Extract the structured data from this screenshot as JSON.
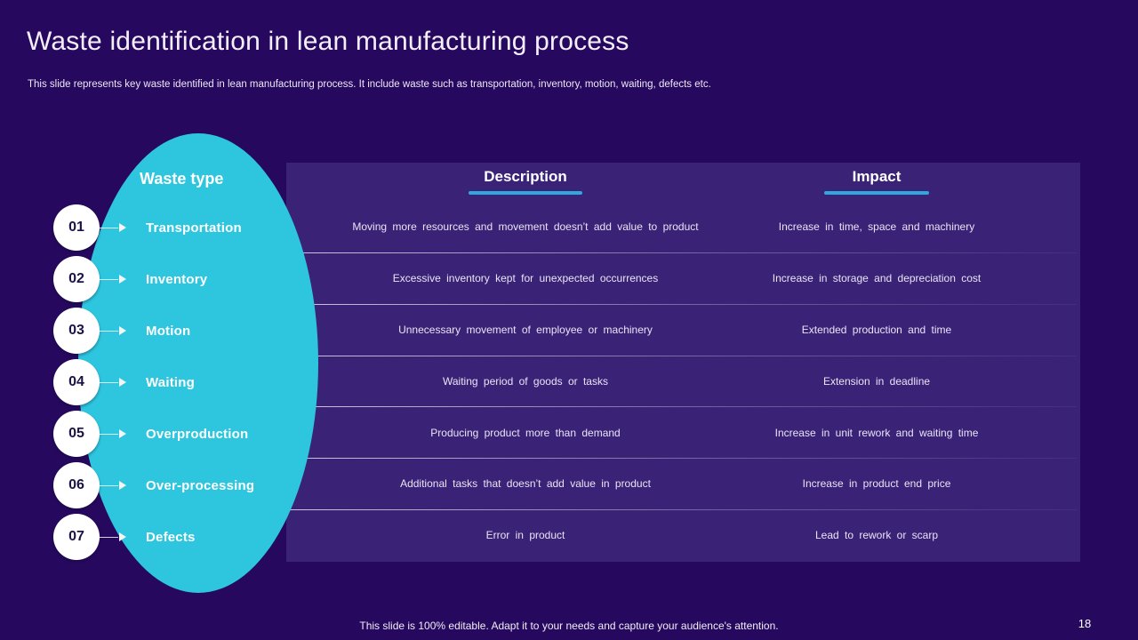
{
  "slide": {
    "title": "Waste identification in lean manufacturing process",
    "subtitle": "This slide represents key waste identified in lean manufacturing process. It include waste such as transportation, inventory, motion, waiting, defects etc.",
    "footer": "This slide is 100% editable. Adapt it to your needs and capture your audience's attention.",
    "page_number": "18"
  },
  "waste_list": {
    "header": "Waste type",
    "items": [
      {
        "number": "01",
        "label": "Transportation"
      },
      {
        "number": "02",
        "label": "Inventory"
      },
      {
        "number": "03",
        "label": "Motion"
      },
      {
        "number": "04",
        "label": "Waiting"
      },
      {
        "number": "05",
        "label": "Overproduction"
      },
      {
        "number": "06",
        "label": "Over-processing"
      },
      {
        "number": "07",
        "label": "Defects"
      }
    ]
  },
  "table": {
    "columns": [
      "Description",
      "Impact"
    ],
    "rows": [
      {
        "description": "Moving more resources and movement doesn’t add value to product",
        "impact": "Increase in time, space and machinery"
      },
      {
        "description": "Excessive inventory kept for unexpected occurrences",
        "impact": "Increase in storage and depreciation cost"
      },
      {
        "description": "Unnecessary movement of employee or machinery",
        "impact": "Extended production and time"
      },
      {
        "description": "Waiting period of goods or tasks",
        "impact": "Extension in deadline"
      },
      {
        "description": "Producing product more than demand",
        "impact": "Increase in unit rework and waiting time"
      },
      {
        "description": "Additional tasks that doesn’t add value in product",
        "impact": "Increase in product end price"
      },
      {
        "description": "Error in product",
        "impact": "Lead to rework or scarp"
      }
    ]
  },
  "colors": {
    "background": "#26095E",
    "panel": "#3A2277",
    "accent_cyan": "#2EC6DE",
    "underline_cyan": "#2FA8DC",
    "number_text": "#1A1446",
    "text": "#FFFFFF"
  }
}
